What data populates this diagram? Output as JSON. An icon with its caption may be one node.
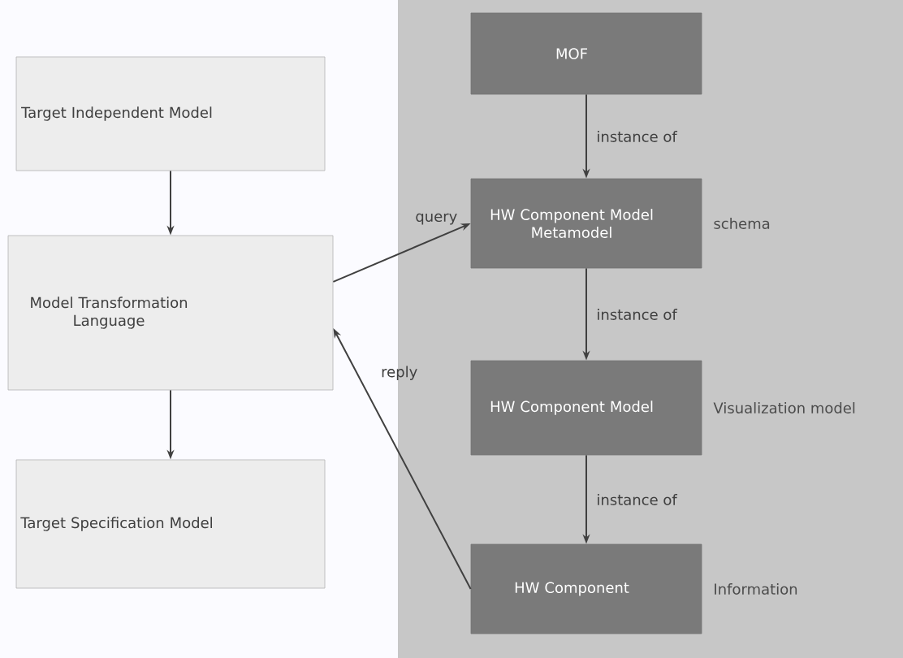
{
  "diagram": {
    "nodes": [
      {
        "text": [
          "Target Independent Model"
        ]
      },
      {
        "text": [
          "Model Transformation Language"
        ]
      },
      {
        "text": [
          "Target Specification Model"
        ]
      },
      {
        "text": [
          "MOF"
        ]
      },
      {
        "text": [
          "HW Component Model Metamodel"
        ],
        "beside": [
          "schema"
        ]
      },
      {
        "text": [
          "HW Component Model"
        ],
        "beside": [
          "Visualization model"
        ]
      },
      {
        "text": [
          "HW Component"
        ],
        "beside": [
          "Information"
        ]
      }
    ],
    "edges": [
      {
        "from": 0,
        "to": 1,
        "arrow": "to"
      },
      {
        "from": 1,
        "to": 2,
        "arrow": "to"
      },
      {
        "from": 3,
        "to": 4,
        "arrow": "to",
        "label": "instance of"
      },
      {
        "from": 4,
        "to": 5,
        "arrow": "to",
        "label": "instance of"
      },
      {
        "from": 5,
        "to": 6,
        "arrow": "to",
        "label": "instance of"
      },
      {
        "from": 1,
        "to": 4,
        "arrow": "to",
        "label": "query"
      },
      {
        "from": 6,
        "to": 1,
        "arrow": "to",
        "label": "reply"
      }
    ]
  }
}
